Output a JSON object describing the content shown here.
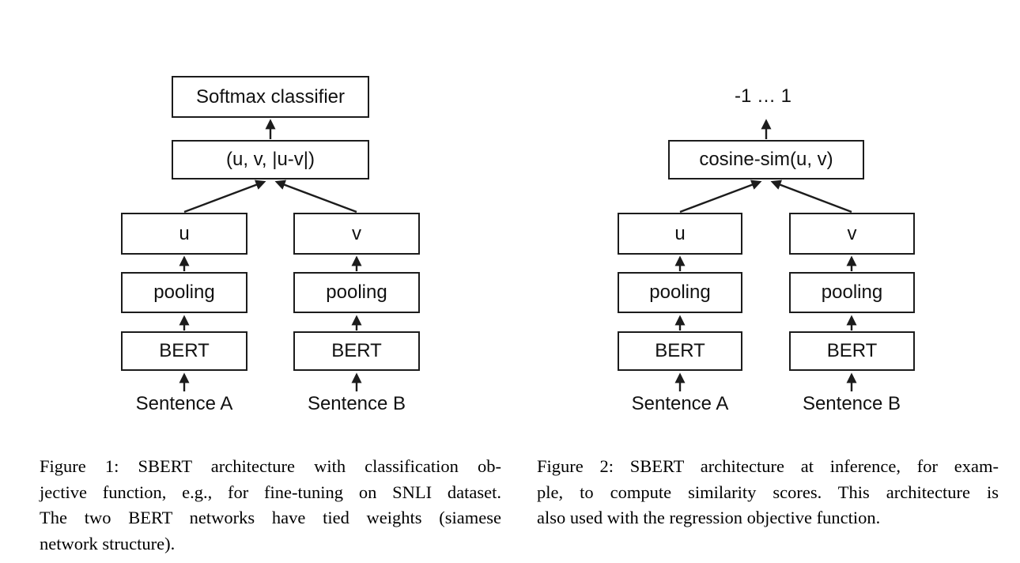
{
  "figure1": {
    "boxes": {
      "softmax": "Softmax classifier",
      "concat": "(u, v, |u-v|)",
      "u": "u",
      "v": "v",
      "pooling": "pooling",
      "bert": "BERT"
    },
    "inputs": {
      "sentence_a": "Sentence A",
      "sentence_b": "Sentence B"
    },
    "caption_lines": [
      "Figure 1: SBERT architecture with classification ob-",
      "jective function, e.g., for fine-tuning on SNLI dataset.",
      "The two BERT networks have tied weights (siamese",
      "network structure)."
    ]
  },
  "figure2": {
    "output_label": "-1 … 1",
    "boxes": {
      "cosine": "cosine-sim(u, v)",
      "u": "u",
      "v": "v",
      "pooling": "pooling",
      "bert": "BERT"
    },
    "inputs": {
      "sentence_a": "Sentence A",
      "sentence_b": "Sentence B"
    },
    "caption_lines": [
      "Figure 2: SBERT architecture at inference, for exam-",
      "ple, to compute similarity scores. This architecture is",
      "also used with the regression objective function."
    ]
  },
  "colors": {
    "background": "#ffffff",
    "line": "#1c1c1c",
    "text": "#000000"
  }
}
